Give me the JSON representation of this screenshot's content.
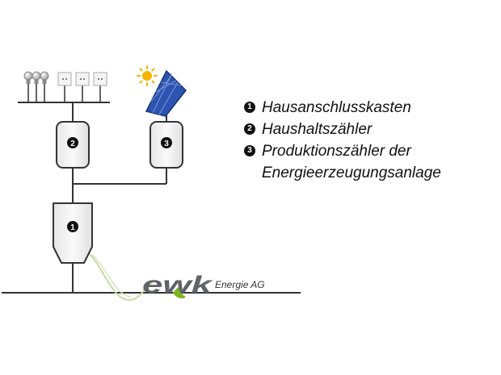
{
  "legend": {
    "items": [
      {
        "number": "1",
        "text": "Hausanschlusskasten"
      },
      {
        "number": "2",
        "text": "Haushaltszähler"
      },
      {
        "number": "3",
        "text": "Produktionszähler der Energieerzeugungsanlage"
      }
    ]
  },
  "diagram": {
    "box1_number": "1",
    "box2_number": "2",
    "box3_number": "3"
  },
  "logo": {
    "wordmark": "ewk",
    "company": "Energie AG"
  },
  "colors": {
    "line": "#333333",
    "box_fill": "#f2f2f2",
    "logo_grey": "#5f6369",
    "logo_green": "#79b51c",
    "sun": "#f4b400",
    "solar_panel": "#2c54b0"
  }
}
